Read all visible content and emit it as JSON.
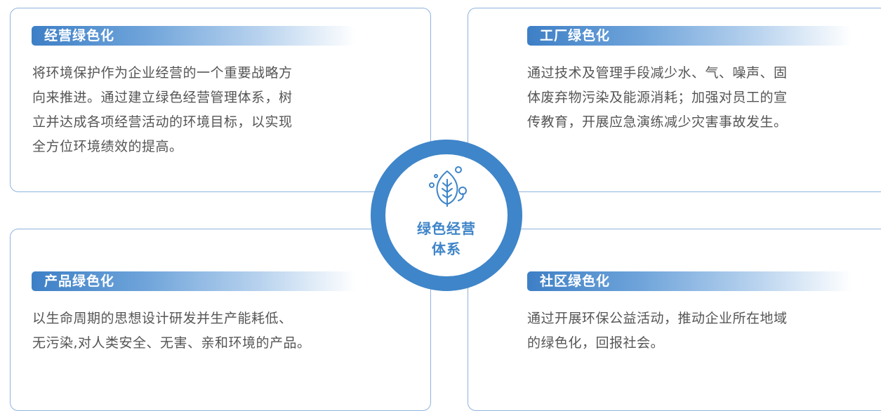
{
  "sections": {
    "business": {
      "title": "经营绿色化",
      "lines": [
        "将环境保护作为企业经营的一个重要战略方",
        "向来推进。通过建立绿色经营管理体系，树",
        "立并达成各项经营活动的环境目标，以实现",
        "全方位环境绩效的提高。"
      ]
    },
    "factory": {
      "title": "工厂绿色化",
      "lines": [
        "通过技术及管理手段减少水、气、噪声、固",
        "体废弃物污染及能源消耗；加强对员工的宣",
        "传教育，开展应急演练减少灾害事故发生。"
      ]
    },
    "product": {
      "title": "产品绿色化",
      "lines": [
        "以生命周期的思想设计研发并生产能耗低、",
        "无污染,对人类安全、无害、亲和环境的产品。"
      ]
    },
    "community": {
      "title": "社区绿色化",
      "lines": [
        "通过开展环保公益活动，推动企业所在地域",
        "的绿色化，回报社会。"
      ]
    }
  },
  "hub": {
    "line1": "绿色经营",
    "line2": "体系",
    "icon": "leaf-icon"
  },
  "colors": {
    "accent": "#3f85c9",
    "border": "#8fb3de",
    "text": "#555555"
  }
}
